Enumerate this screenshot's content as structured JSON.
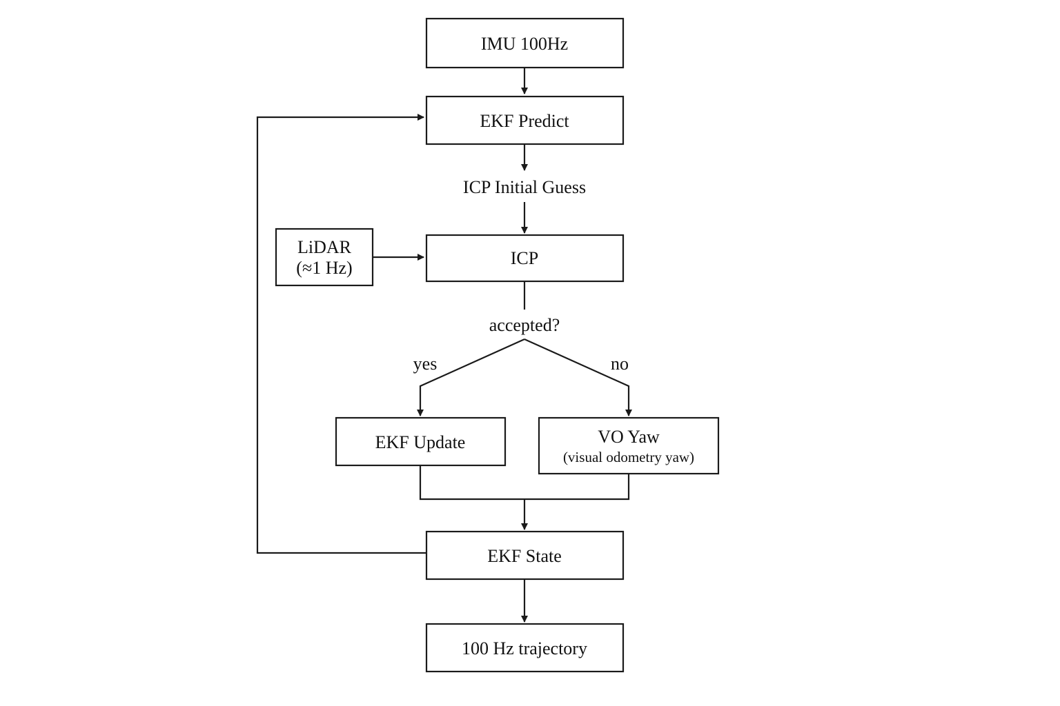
{
  "nodes": {
    "imu": {
      "label": "IMU 100Hz"
    },
    "ekf_predict": {
      "label": "EKF Predict"
    },
    "lidar": {
      "line1": "LiDAR",
      "line2": "(≈1 Hz)"
    },
    "icp": {
      "label": "ICP"
    },
    "ekf_update": {
      "label": "EKF Update"
    },
    "vo_yaw": {
      "label": "VO Yaw",
      "sublabel": "(visual odometry yaw)"
    },
    "ekf_state": {
      "label": "EKF State"
    },
    "trajectory": {
      "label": "100 Hz trajectory"
    }
  },
  "labels": {
    "icp_initial_guess": "ICP Initial Guess",
    "accepted": "accepted?",
    "yes": "yes",
    "no": "no"
  }
}
